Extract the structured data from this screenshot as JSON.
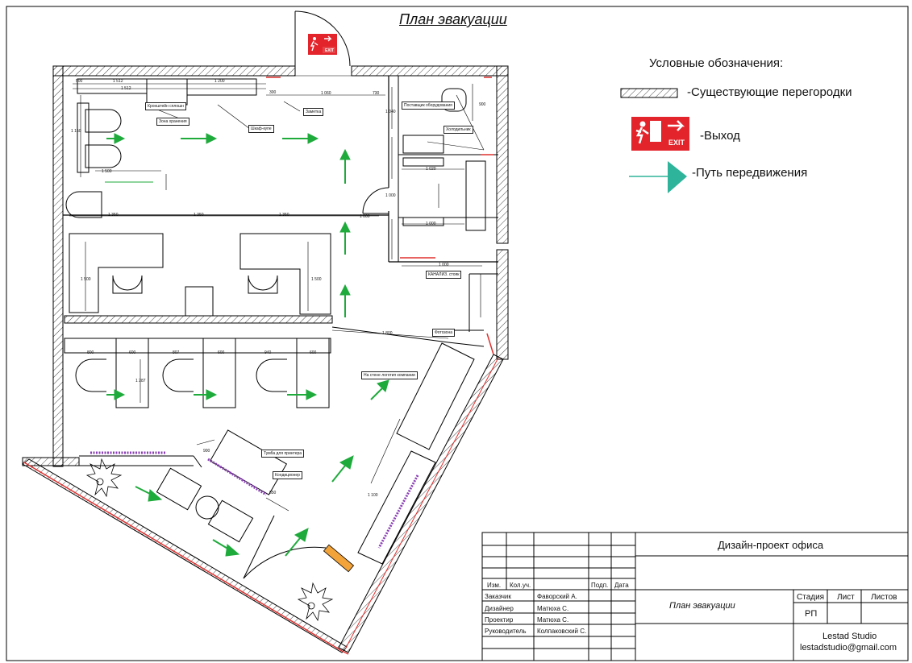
{
  "title": "План эвакуации",
  "legend": {
    "heading": "Условные обозначения:",
    "items": [
      {
        "icon": "hatched-partition-icon",
        "label": "-Существующие перегородки"
      },
      {
        "icon": "exit-sign-icon",
        "label": "-Выход"
      },
      {
        "icon": "green-arrow-icon",
        "label": "-Путь передвижения"
      }
    ]
  },
  "exit_sign": {
    "text": "EXIT",
    "color": "#e3242b"
  },
  "colors": {
    "arrow": "#1faa3c",
    "legend_arrow": "#2eb49a",
    "wall_red": "#e0312f",
    "furniture_purple": "#8a3fb5",
    "door_orange": "#f2a33a"
  },
  "plan_notes": [
    "Кронштейн сплошн",
    "Зона хранения",
    "Шкаф-купе",
    "Заметка",
    "Поставщик оборудования",
    "Холодильник",
    "КАНАЛИЗ. стояк",
    "Фотозона",
    "На стене логотип компании",
    "Тумба для принтера",
    "Кондиционер"
  ],
  "dimensions": [
    "500",
    "1 512",
    "1 512",
    "1 200",
    "1 060",
    "730",
    "300",
    "900",
    "1 500",
    "1 350",
    "1 350",
    "1 350",
    "1 000",
    "1 020",
    "1 000",
    "1 000",
    "800",
    "600",
    "807",
    "600",
    "940",
    "600",
    "1 500",
    "1 500",
    "1 800",
    "900",
    "850",
    "1 100",
    "1 150",
    "1 287",
    "1 040",
    "1 000"
  ],
  "title_block": {
    "project": "Дизайн-проект офиса",
    "headers": [
      "Изм.",
      "Кол.уч.",
      "Подп.",
      "Дата"
    ],
    "roles": [
      {
        "role": "Заказчик",
        "name": "Фаворский А."
      },
      {
        "role": "Дизайнер",
        "name": "Матюха С."
      },
      {
        "role": "Проектир",
        "name": "Матюха С."
      },
      {
        "role": "Руководитель",
        "name": "Колпаковский С."
      }
    ],
    "sheet_title": "План эвакуации",
    "stage_label": "Стадия",
    "sheet_label": "Лист",
    "sheets_label": "Листов",
    "stage_value": "РП",
    "studio": "Lestad Studio",
    "email": "lestadstudio@gmail.com"
  }
}
